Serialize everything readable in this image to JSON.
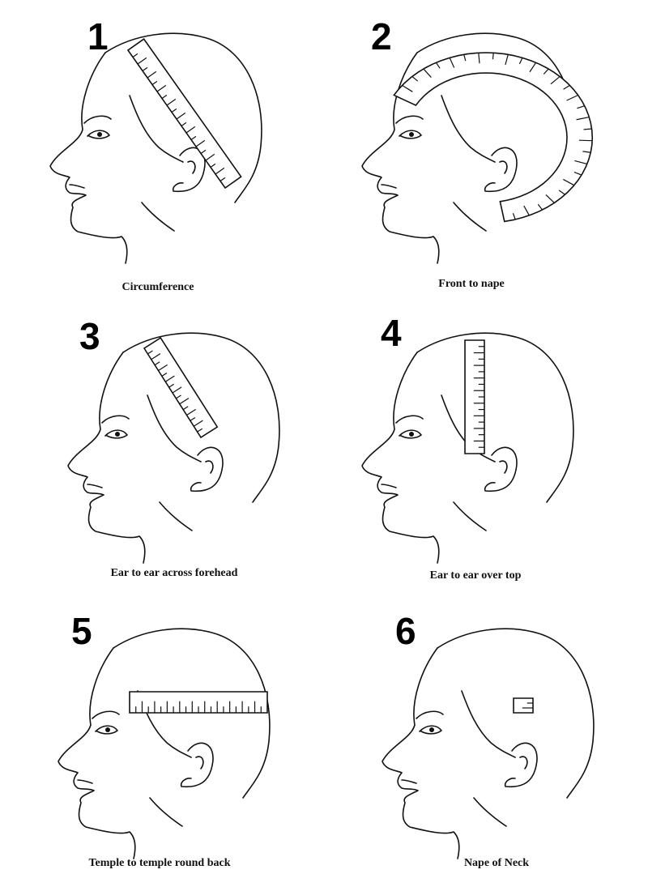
{
  "panels": [
    {
      "number": "1",
      "caption": "Circumference"
    },
    {
      "number": "2",
      "caption": "Front to nape"
    },
    {
      "number": "3",
      "caption": "Ear to ear across forehead"
    },
    {
      "number": "4",
      "caption": "Ear to ear over top"
    },
    {
      "number": "5",
      "caption": "Temple to temple round back"
    },
    {
      "number": "6",
      "caption": "Nape of Neck"
    }
  ]
}
